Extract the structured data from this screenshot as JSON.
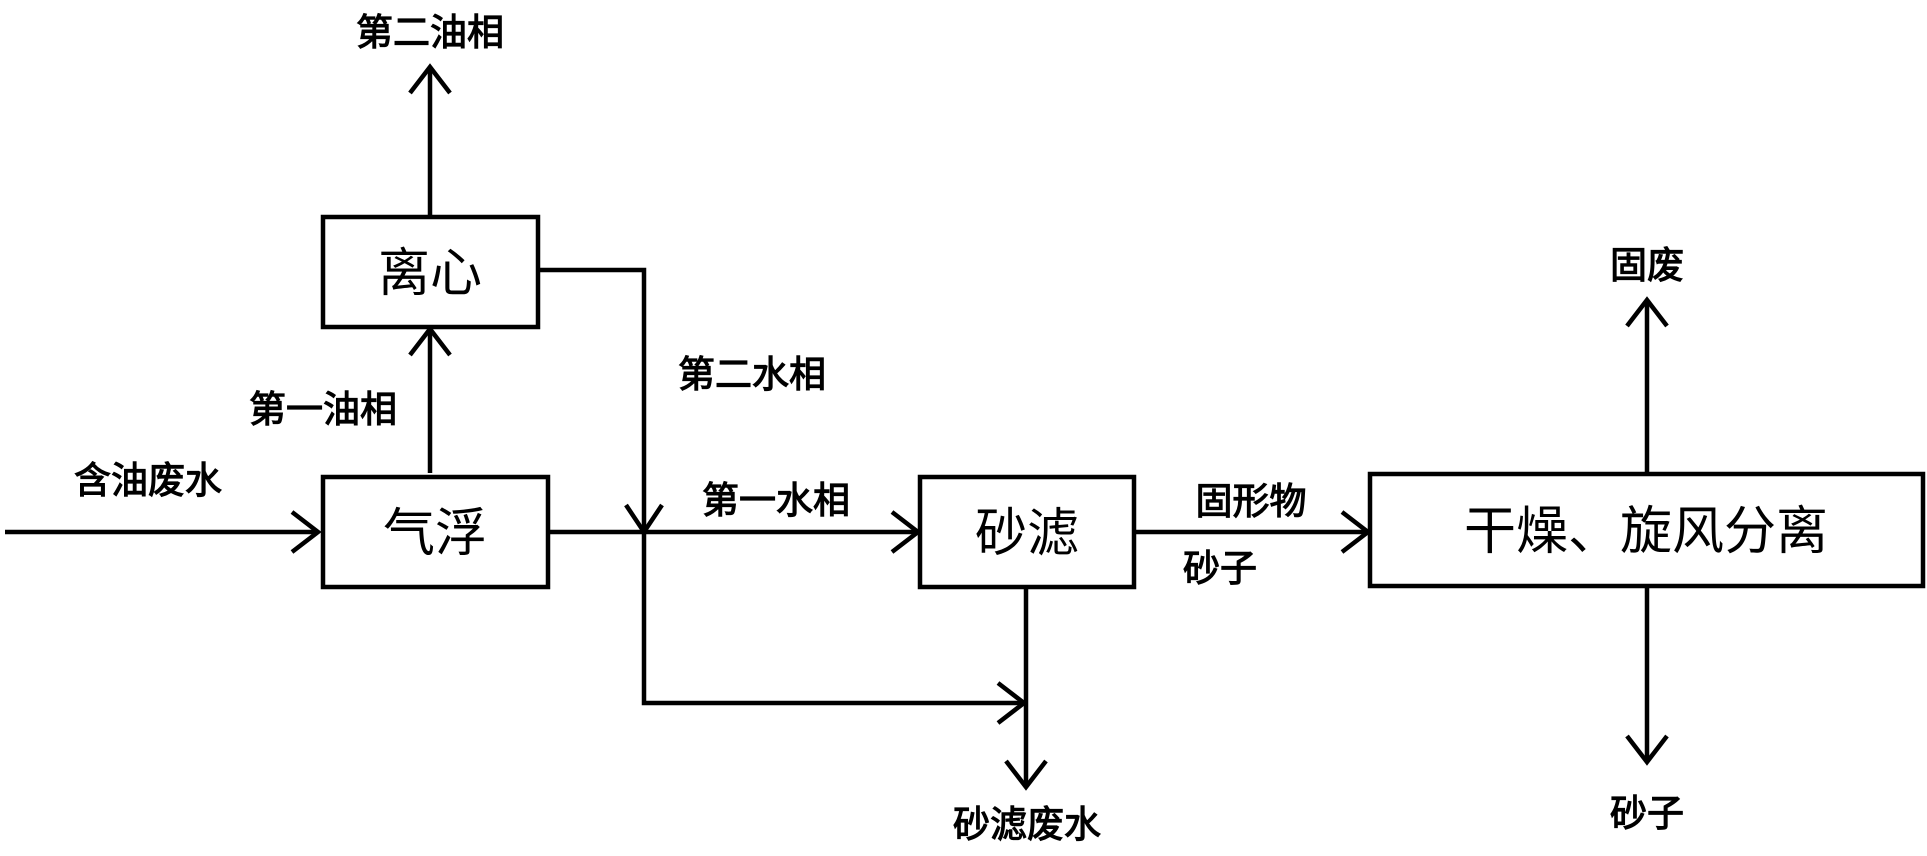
{
  "process": {
    "flotation": "气浮",
    "centrifuge": "离心",
    "sand_filter": "砂滤",
    "dry_cyclone": "干燥、旋风分离"
  },
  "streams": {
    "oily_wastewater": "含油废水",
    "first_oil_phase": "第一油相",
    "second_oil_phase": "第二油相",
    "second_water_phase": "第二水相",
    "first_water_phase": "第一水相",
    "solids": "固形物",
    "sand_mid": "砂子",
    "sand_filter_wastewater": "砂滤废水",
    "solid_waste": "固废",
    "sand_out": "砂子"
  }
}
